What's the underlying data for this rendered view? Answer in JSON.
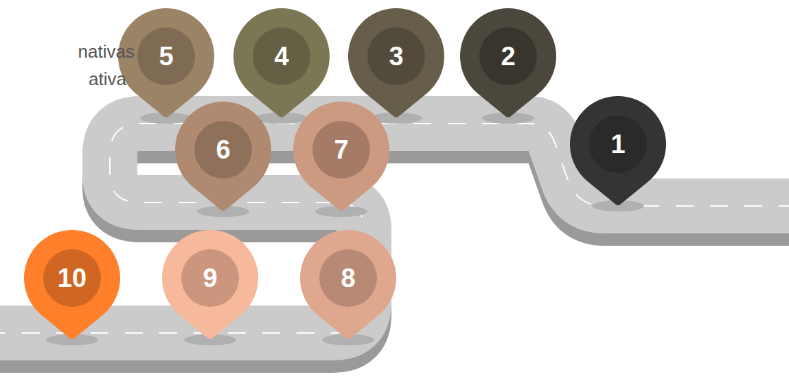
{
  "diagram": {
    "nodes": [
      {
        "text": [
          "1"
        ]
      },
      {
        "text": [
          "2"
        ]
      },
      {
        "text": [
          "3"
        ]
      },
      {
        "text": [
          "4"
        ]
      },
      {
        "text": [
          "5"
        ]
      },
      {
        "text": [
          "6"
        ]
      },
      {
        "text": [
          "7"
        ]
      },
      {
        "text": [
          "8"
        ]
      },
      {
        "text": [
          "9"
        ]
      },
      {
        "text": [
          "10"
        ]
      }
    ],
    "labels": [
      "nativas",
      "ativa"
    ]
  }
}
